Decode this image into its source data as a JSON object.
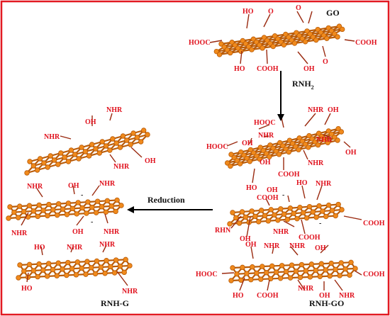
{
  "colors": {
    "border": "#e21a22",
    "sheet_fill": "#f08a1c",
    "sheet_stroke": "#b85a08",
    "label": "#e0101c",
    "title": "#111111",
    "arrow": "#000000",
    "bond": "#9a2a10"
  },
  "titles": {
    "go": "GO",
    "rnh2": "RNH",
    "rnh2_sub": "2",
    "reduction": "Reduction",
    "rnh_g": "RNH-G",
    "rnh_go": "RNH-GO"
  },
  "go_sheet": {
    "labels": [
      "HO",
      "O",
      "O",
      "HOOC",
      "COOH",
      "O",
      "HO",
      "COOH",
      "OH"
    ]
  },
  "rnhgo_sheets": [
    {
      "labels": [
        "HOOC",
        "NHR",
        "OH",
        "NHR",
        "HOOC",
        "OH",
        "NHR",
        "OH",
        "NHR",
        "COOH",
        "OH",
        "HO"
      ]
    },
    {
      "labels": [
        "NHR",
        "OH",
        "HO",
        "COOH",
        "RHN",
        "OH",
        "NHR",
        "COOH",
        "COOH"
      ]
    },
    {
      "labels": [
        "OH",
        "NHR",
        "NHR",
        "OH",
        "HOOC",
        "COOH",
        "HO",
        "COOH",
        "OH",
        "NHR",
        "NHR"
      ]
    }
  ],
  "rnhg_sheets": [
    {
      "labels": [
        "NHR",
        "NHR",
        "OH",
        "NHR",
        "OH"
      ]
    },
    {
      "labels": [
        "NHR",
        "OH",
        "NHR",
        "NHR",
        "OH",
        "NHR"
      ]
    },
    {
      "labels": [
        "HO",
        "NHR",
        "NHR",
        "HO",
        "NHR"
      ]
    }
  ],
  "charges": [
    "-",
    "-",
    "-",
    "-"
  ]
}
